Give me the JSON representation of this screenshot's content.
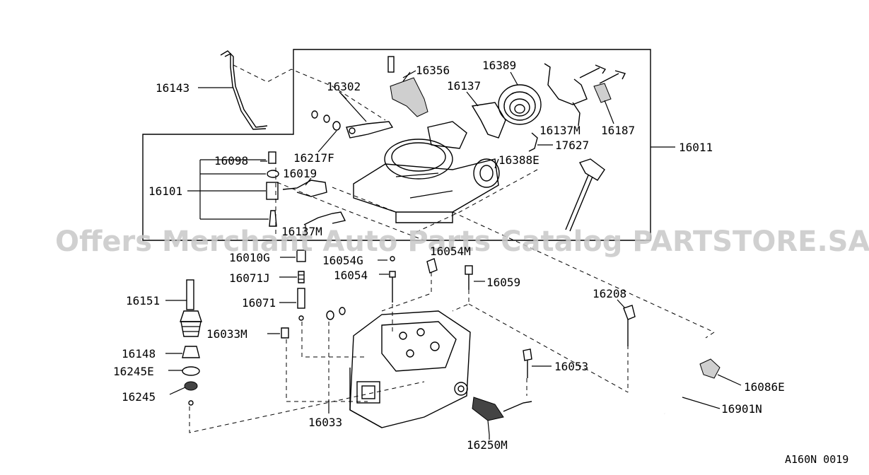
{
  "labels": {
    "l16143": "16143",
    "l16302": "16302",
    "l16356": "16356",
    "l16389": "16389",
    "l16137": "16137",
    "l16137m_top": "16137M",
    "l16187": "16187",
    "l17627": "17627",
    "l16011": "16011",
    "l16388e": "16388E",
    "l16217f": "16217F",
    "l16098": "16098",
    "l16019": "16019",
    "l16101": "16101",
    "l16137m_bottom": "16137M",
    "l16010g": "16010G",
    "l16054g": "16054G",
    "l16054m": "16054M",
    "l16054": "16054",
    "l16071j": "16071J",
    "l16059": "16059",
    "l16071": "16071",
    "l16151": "16151",
    "l16208": "16208",
    "l16033m": "16033M",
    "l16148": "16148",
    "l16053": "16053",
    "l16245e": "16245E",
    "l16086e": "16086E",
    "l16245": "16245",
    "l16901n": "16901N",
    "l16033": "16033",
    "l16250m": "16250M"
  },
  "watermark": "Offers Merchant Auto Parts Catalog PARTSTORE.SA",
  "diagram_code": "A160N 0019"
}
